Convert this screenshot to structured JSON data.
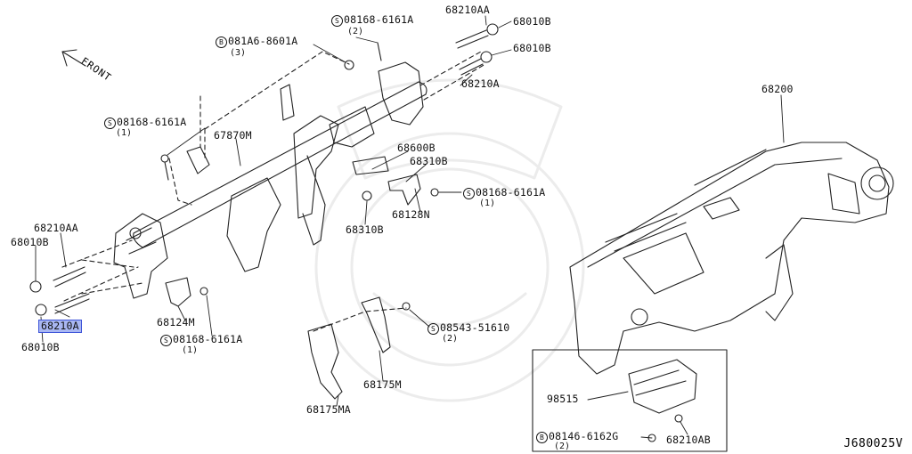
{
  "diagram": {
    "direction_label": "FRONT",
    "drawing_code": "J680025V",
    "parts": [
      {
        "id": "p1",
        "number": "08168-6161A",
        "mark": "S",
        "qty": "(2)"
      },
      {
        "id": "p2",
        "number": "68210AA",
        "mark": "",
        "qty": ""
      },
      {
        "id": "p3",
        "number": "68010B",
        "mark": "",
        "qty": ""
      },
      {
        "id": "p4",
        "number": "081A6-8601A",
        "mark": "B",
        "qty": "(3)"
      },
      {
        "id": "p5",
        "number": "68010B",
        "mark": "",
        "qty": ""
      },
      {
        "id": "p6",
        "number": "68210A",
        "mark": "",
        "qty": ""
      },
      {
        "id": "p7",
        "number": "68200",
        "mark": "",
        "qty": ""
      },
      {
        "id": "p8",
        "number": "08168-6161A",
        "mark": "S",
        "qty": "(1)"
      },
      {
        "id": "p9",
        "number": "67870M",
        "mark": "",
        "qty": ""
      },
      {
        "id": "p10",
        "number": "68600B",
        "mark": "",
        "qty": ""
      },
      {
        "id": "p11",
        "number": "68310B",
        "mark": "",
        "qty": ""
      },
      {
        "id": "p12",
        "number": "08168-6161A",
        "mark": "S",
        "qty": "(1)"
      },
      {
        "id": "p13",
        "number": "68128N",
        "mark": "",
        "qty": ""
      },
      {
        "id": "p14",
        "number": "68310B",
        "mark": "",
        "qty": ""
      },
      {
        "id": "p15",
        "number": "68210AA",
        "mark": "",
        "qty": ""
      },
      {
        "id": "p16",
        "number": "68010B",
        "mark": "",
        "qty": ""
      },
      {
        "id": "p17",
        "number": "68210A",
        "mark": "",
        "qty": "",
        "highlighted": true
      },
      {
        "id": "p18",
        "number": "68010B",
        "mark": "",
        "qty": ""
      },
      {
        "id": "p19",
        "number": "68124M",
        "mark": "",
        "qty": ""
      },
      {
        "id": "p20",
        "number": "08168-6161A",
        "mark": "S",
        "qty": "(1)"
      },
      {
        "id": "p21",
        "number": "08543-51610",
        "mark": "S",
        "qty": "(2)"
      },
      {
        "id": "p22",
        "number": "68175M",
        "mark": "",
        "qty": ""
      },
      {
        "id": "p23",
        "number": "68175MA",
        "mark": "",
        "qty": ""
      },
      {
        "id": "p24",
        "number": "98515",
        "mark": "",
        "qty": ""
      },
      {
        "id": "p25",
        "number": "08146-6162G",
        "mark": "B",
        "qty": "(2)"
      },
      {
        "id": "p26",
        "number": "68210AB",
        "mark": "",
        "qty": ""
      }
    ]
  }
}
